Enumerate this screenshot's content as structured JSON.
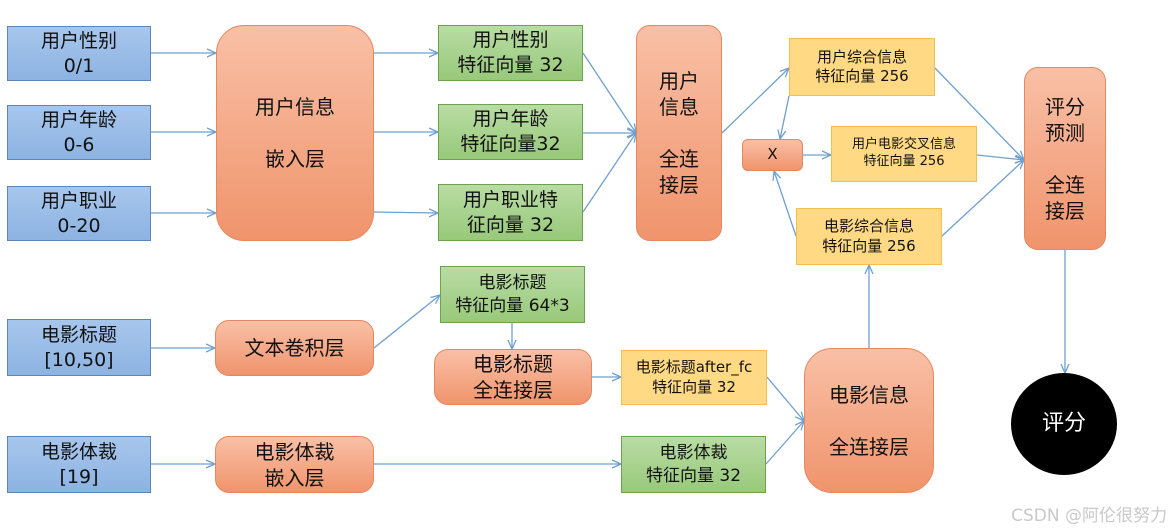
{
  "nodes": {
    "user_gender": "用户性别\n0/1",
    "user_age": "用户年龄\n0-6",
    "user_job": "用户职业\n0-20",
    "user_embed": "用户信息\n\n嵌入层",
    "gender_vec": "用户性别\n特征向量 32",
    "age_vec": "用户年龄\n特征向量32",
    "job_vec": "用户职业特\n征向量 32",
    "user_fc": "用户\n信息\n\n全连\n接层",
    "user_combined": "用户综合信息\n特征向量 256",
    "x_op": "X",
    "user_movie_cross": "用户电影交叉信息\n特征向量 256",
    "movie_combined": "电影综合信息\n特征向量 256",
    "rating_fc": "评分\n预测\n\n全连\n接层",
    "rating": "评分",
    "movie_title": "电影标题\n[10,50]",
    "text_conv": "文本卷积层",
    "title_vec": "电影标题\n特征向量 64*3",
    "title_fc": "电影标题\n全连接层",
    "title_after_fc": "电影标题after_fc\n特征向量 32",
    "movie_fc": "电影信息\n\n全连接层",
    "movie_genre": "电影体裁\n[19]",
    "genre_embed": "电影体裁\n嵌入层",
    "genre_vec": "电影体裁\n特征向量 32"
  },
  "watermark": "CSDN @阿伦很努力",
  "colors": {
    "input": "#8db3e2",
    "layer": "#f0946c",
    "feature_green": "#98c97a",
    "feature_yellow": "#ffd983",
    "arrow": "#6f9fd0",
    "output": "#000000"
  }
}
